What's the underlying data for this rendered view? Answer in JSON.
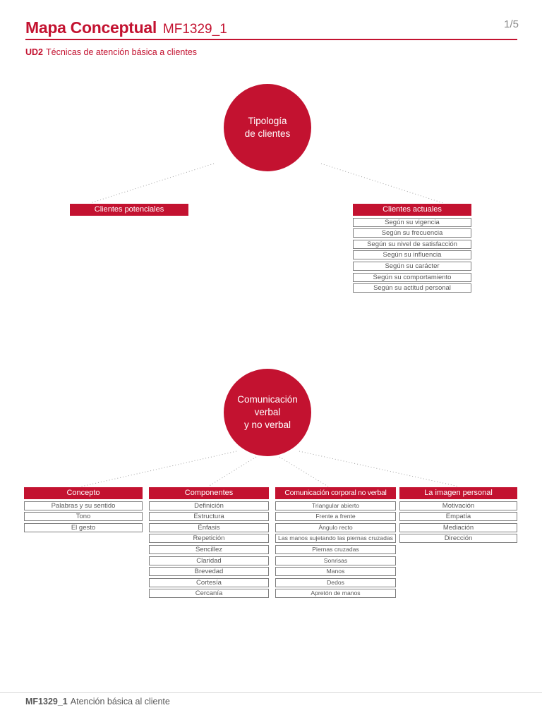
{
  "page": {
    "title": "Mapa Conceptual",
    "title_code": "MF1329_1",
    "page_number": "1/5",
    "unit_label": "UD2",
    "unit_title": "Técnicas de atención básica a clientes",
    "footer_code": "MF1329_1",
    "footer_title": "Atención básica al cliente"
  },
  "colors": {
    "accent_red": "#C31230",
    "leaf_border": "#7F7F7F",
    "leaf_text": "#595959",
    "connector": "#A3A3A3"
  },
  "map1": {
    "root_lines": [
      "Tipología",
      "de clientes"
    ],
    "branches": [
      {
        "label": "Clientes potenciales",
        "items": []
      },
      {
        "label": "Clientes actuales",
        "items": [
          "Según su vigencia",
          "Según su frecuencia",
          "Según su nivel de satisfacción",
          "Según su influencia",
          "Según su carácter",
          "Según su comportamiento",
          "Según su actitud personal"
        ]
      }
    ]
  },
  "map2": {
    "root_lines": [
      "Comunicación",
      "verbal",
      "y no verbal"
    ],
    "branches": [
      {
        "label": "Concepto",
        "items": [
          "Palabras y su sentido",
          "Tono",
          "El gesto"
        ]
      },
      {
        "label": "Componentes",
        "items": [
          "Definición",
          "Estructura",
          "Énfasis",
          "Repetición",
          "Sencillez",
          "Claridad",
          "Brevedad",
          "Cortesía",
          "Cercanía"
        ]
      },
      {
        "label": "Comunicación corporal no verbal",
        "items": [
          "Triangular abierto",
          "Frente a frente",
          "Ángulo recto",
          "Las manos sujetando las piernas cruzadas",
          "Piernas cruzadas",
          "Sonrisas",
          "Manos",
          "Dedos",
          "Apretón de manos"
        ]
      },
      {
        "label": "La imagen personal",
        "items": [
          "Motivación",
          "Empatía",
          "Mediación",
          "Dirección"
        ]
      }
    ]
  }
}
